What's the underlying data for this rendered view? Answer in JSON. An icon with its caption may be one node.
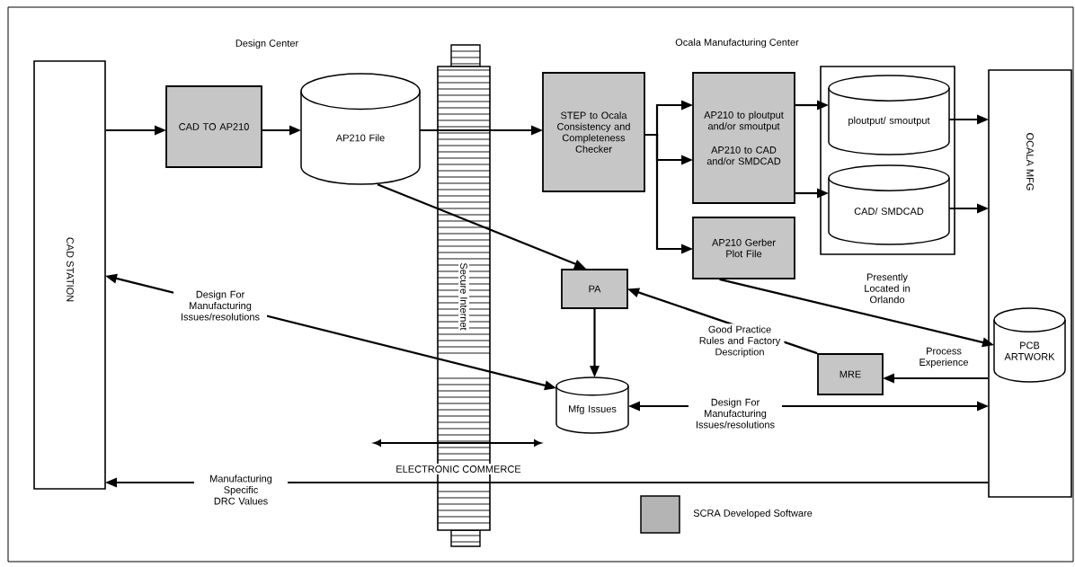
{
  "diagram": {
    "nodes": [
      {
        "text": [
          "CAD STATION"
        ]
      },
      {
        "text": [
          "CAD TO AP210"
        ]
      },
      {
        "text": [
          "AP210 File"
        ]
      },
      {
        "text": [
          "STEP to Ocala Consistency and Completeness Checker"
        ]
      },
      {
        "text": [
          "AP210 to ploutput and/or smoutput",
          "AP210 to CAD and/or SMDCAD"
        ]
      },
      {
        "text": [
          "AP210 Gerber Plot File"
        ]
      },
      {
        "text": [
          "Presently Located in Orlando"
        ]
      },
      {
        "text": [
          "ploutput/ smoutput"
        ],
        "in": 6
      },
      {
        "text": [
          "CAD/ SMDCAD"
        ],
        "in": 6
      },
      {
        "text": [
          "OCALA MFG"
        ]
      },
      {
        "text": [
          "PCB ARTWORK"
        ],
        "in": 9
      },
      {
        "text": [
          "PA"
        ]
      },
      {
        "text": [
          "Mfg Issues"
        ]
      },
      {
        "text": [
          "MRE"
        ]
      }
    ],
    "edges": [
      {
        "from": 0,
        "to": 1,
        "arrow": "to"
      },
      {
        "from": 1,
        "to": 2,
        "arrow": "to"
      },
      {
        "from": 2,
        "to": 3,
        "arrow": "to"
      },
      {
        "from": 3,
        "to": 4,
        "arrow": "to"
      },
      {
        "from": 3,
        "to": 4,
        "arrow": "to"
      },
      {
        "from": 3,
        "to": 5,
        "arrow": "to"
      },
      {
        "from": 4,
        "to": 7,
        "arrow": "to"
      },
      {
        "from": 4,
        "to": 8,
        "arrow": "to"
      },
      {
        "from": 7,
        "to": 9,
        "arrow": "to"
      },
      {
        "from": 8,
        "to": 9,
        "arrow": "to"
      },
      {
        "from": 2,
        "to": 11,
        "arrow": "to"
      },
      {
        "from": 5,
        "to": 10,
        "arrow": "to"
      },
      {
        "from": 11,
        "to": 12,
        "arrow": "to"
      },
      {
        "from": 13,
        "to": 11,
        "arrow": "to",
        "label": "Good Practice Rules and Factory Description"
      },
      {
        "from": 9,
        "to": 13,
        "arrow": "to",
        "label": "Process Experience"
      },
      {
        "from": 12,
        "to": 9,
        "arrow": "both",
        "label": "Design For Manufacturing Issues/resolutions"
      },
      {
        "from": 0,
        "to": 12,
        "arrow": "both",
        "label": "Design For Manufacturing Issues/resolutions"
      },
      {
        "from": 9,
        "to": 0,
        "arrow": "to",
        "label": "Manufacturing Specific DRC Values"
      }
    ],
    "labels": [
      "Design Center",
      "Ocala Manufacturing Center",
      "ELECTRONIC COMMERCE",
      "Secure Internet"
    ],
    "legend": [
      {
        "text": "SCRA Developed Software",
        "color": "#b4b4b4"
      }
    ]
  }
}
